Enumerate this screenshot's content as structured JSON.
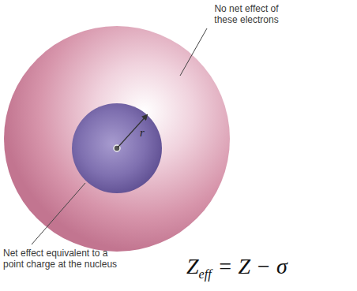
{
  "diagram": {
    "labels": [
      "No net effect of these electrons",
      "Net effect equivalent to a point charge at the nucleus",
      "r",
      "Z",
      "eff",
      "= Z − σ"
    ]
  }
}
